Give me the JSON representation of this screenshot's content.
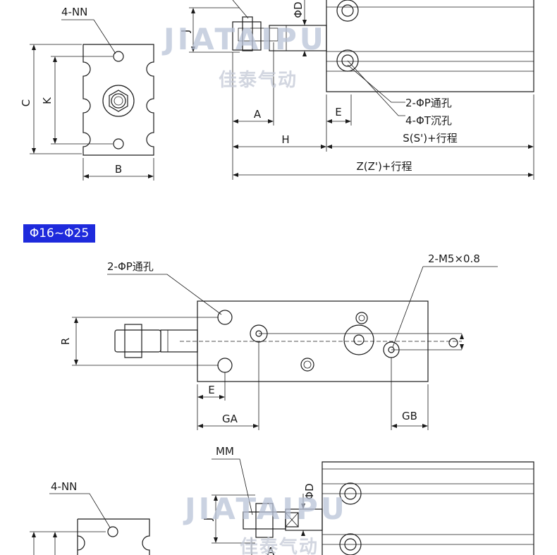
{
  "section_badge": "Φ16~Φ25",
  "watermark": {
    "brand": "JIATAIPU",
    "chinese": "佳泰气动"
  },
  "top_view": {
    "labels": {
      "nn": "4-NN",
      "c": "C",
      "k": "K",
      "b": "B",
      "j": "J",
      "d": "ΦD",
      "a": "A",
      "e": "E",
      "h": "H",
      "p_holes": "2-ΦP通孔",
      "t_holes": "4-ΦT沉孔",
      "s_stroke": "S(S')+行程",
      "z_stroke": "Z(Z')+行程"
    }
  },
  "middle_view": {
    "labels": {
      "p_holes": "2-ΦP通孔",
      "m5": "2-M5×0.8",
      "r": "R",
      "e": "E",
      "ga": "GA",
      "gb": "GB"
    }
  },
  "bottom_view": {
    "labels": {
      "mm": "MM",
      "nn": "4-NN",
      "j": "J",
      "d": "ΦD",
      "a": "A"
    }
  }
}
